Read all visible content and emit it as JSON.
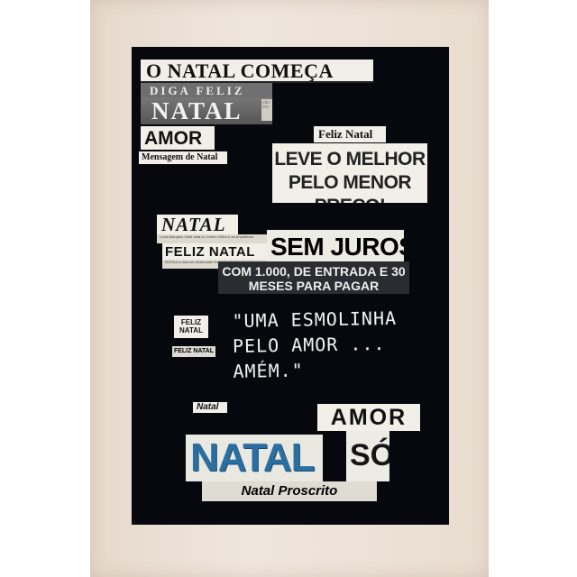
{
  "collage": {
    "title": "O NATAL COMEÇA",
    "diga": "DIGA FELIZ",
    "natal_big": "NATAL",
    "fragment": "ção pre",
    "amor_top": "AMOR",
    "mensagem": "Mensagem de Natal",
    "feliz_natal_serif": "Feliz Natal",
    "leve": "LEVE O MELHOR PELO MENOR PREÇO!",
    "natal_italic": "NATAL",
    "feliz_natal_bold": "FELIZ NATAL",
    "small_print_1": "Lucia Marques Vidal data no Centro Velho e da Arquitetura",
    "small_print_2": "NOSSA a data da cristandade tem sido vivida sob o rito",
    "sem_juros": "SEM JUROS!",
    "entrada": "COM 1.000, DE ENTRADA E 30 MESES PARA PAGAR",
    "feliz_natal_small": "FELIZ NATAL",
    "feliz_natal_tiny": "FELIZ NATAL",
    "handwritten": "\"UMA ESMOLINHA PELO AMOR ... AMÉM.\"",
    "natal_small": "Natal",
    "amor_bottom": "AMOR",
    "natal_blue": "NATAL",
    "so": "SÓ",
    "proscrito": "Natal Proscrito"
  },
  "colors": {
    "board": "#06080e",
    "paper": "#e9ddd0",
    "natal_blue": "#2b6fa0"
  }
}
